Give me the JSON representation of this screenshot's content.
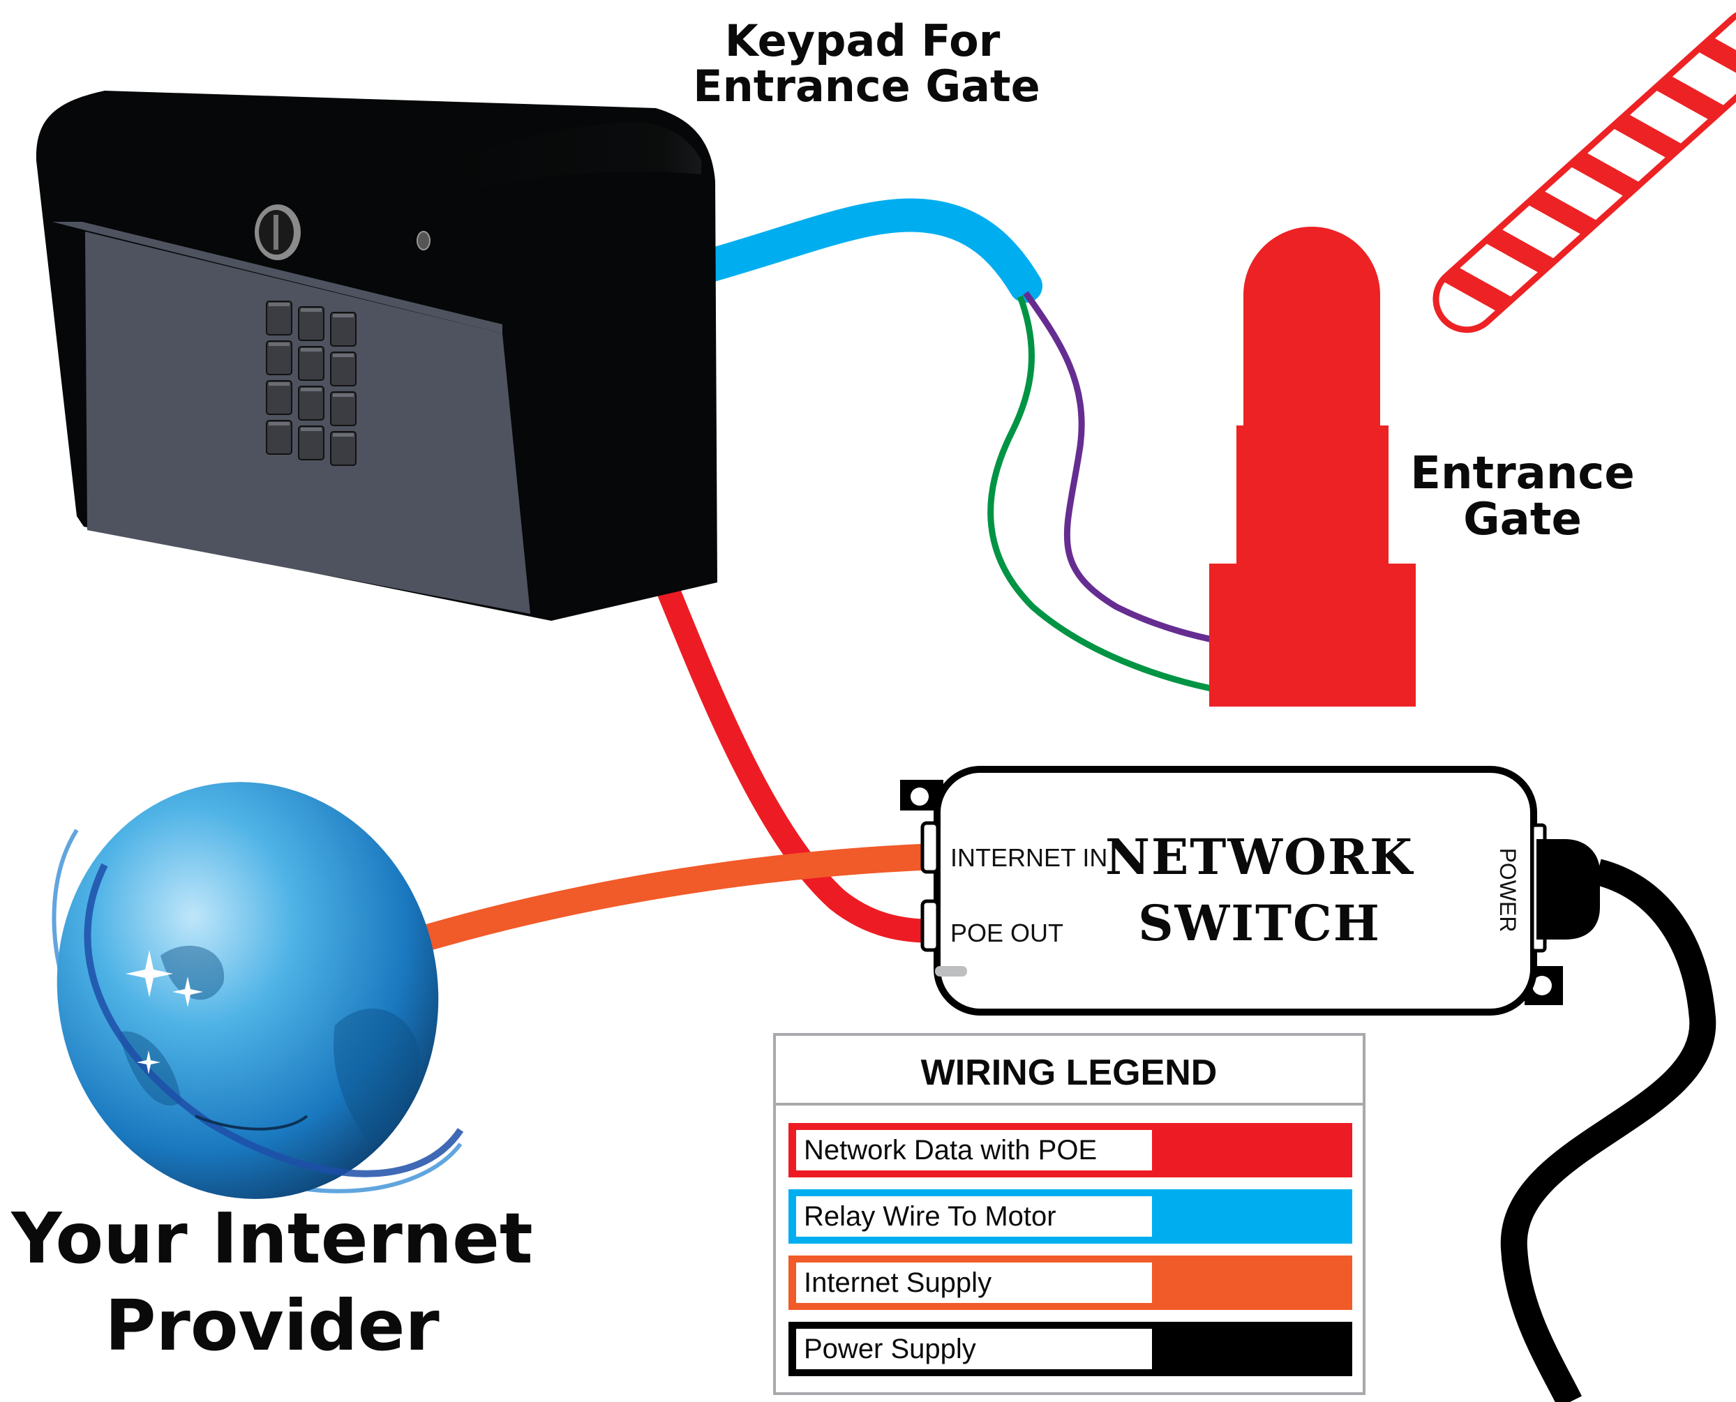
{
  "labels": {
    "keypad_title_line1": "Keypad For",
    "keypad_title_line2": "Entrance Gate",
    "gate_title_line1": "Entrance",
    "gate_title_line2": "Gate",
    "provider_line1": "Your Internet",
    "provider_line2": "Provider"
  },
  "network_switch": {
    "title_line1": "NETWORK",
    "title_line2": "SWITCH",
    "port_internet_in": "INTERNET IN",
    "port_poe_out": "POE OUT",
    "port_power": "POWER"
  },
  "legend": {
    "title": "WIRING LEGEND",
    "items": [
      {
        "label": "Network Data with POE",
        "color": "#ed1c24"
      },
      {
        "label": "Relay Wire To Motor",
        "color": "#00aeef"
      },
      {
        "label": "Internet Supply",
        "color": "#f15a29"
      },
      {
        "label": "Power Supply",
        "color": "#000000"
      }
    ]
  },
  "colors": {
    "poe_wire": "#ed1c24",
    "relay_wire": "#00aeef",
    "internet_wire": "#f15a29",
    "power_wire": "#000000",
    "relay_lead_purple": "#662d91",
    "relay_lead_green": "#009444",
    "gate_red": "#ed2224",
    "keypad_body": "#050708",
    "keypad_face": "#4e535f"
  }
}
